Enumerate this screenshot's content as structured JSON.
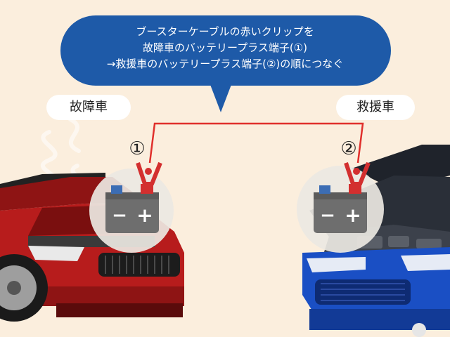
{
  "instruction": {
    "line1": "ブースターケーブルの赤いクリップを",
    "line2": "故障車のバッテリープラス端子(①)",
    "line3": "→救援車のバッテリープラス端子(②)の順につなぐ"
  },
  "labels": {
    "broken_car": "故障車",
    "rescue_car": "救援車"
  },
  "markers": {
    "first": "①",
    "second": "②"
  },
  "battery": {
    "minus": "−",
    "plus": "+"
  },
  "colors": {
    "background": "#fbeedd",
    "bubble": "#1e5aa8",
    "cable": "#e0302c",
    "broken_car_body": "#b71c1c",
    "rescue_car_body": "#1a4fc4",
    "battery_body": "#6e6e6e",
    "clip_red": "#d32f2f"
  },
  "icons": [
    "speech-bubble-icon",
    "battery-icon",
    "red-clip-icon",
    "car-icon",
    "smoke-icon"
  ]
}
